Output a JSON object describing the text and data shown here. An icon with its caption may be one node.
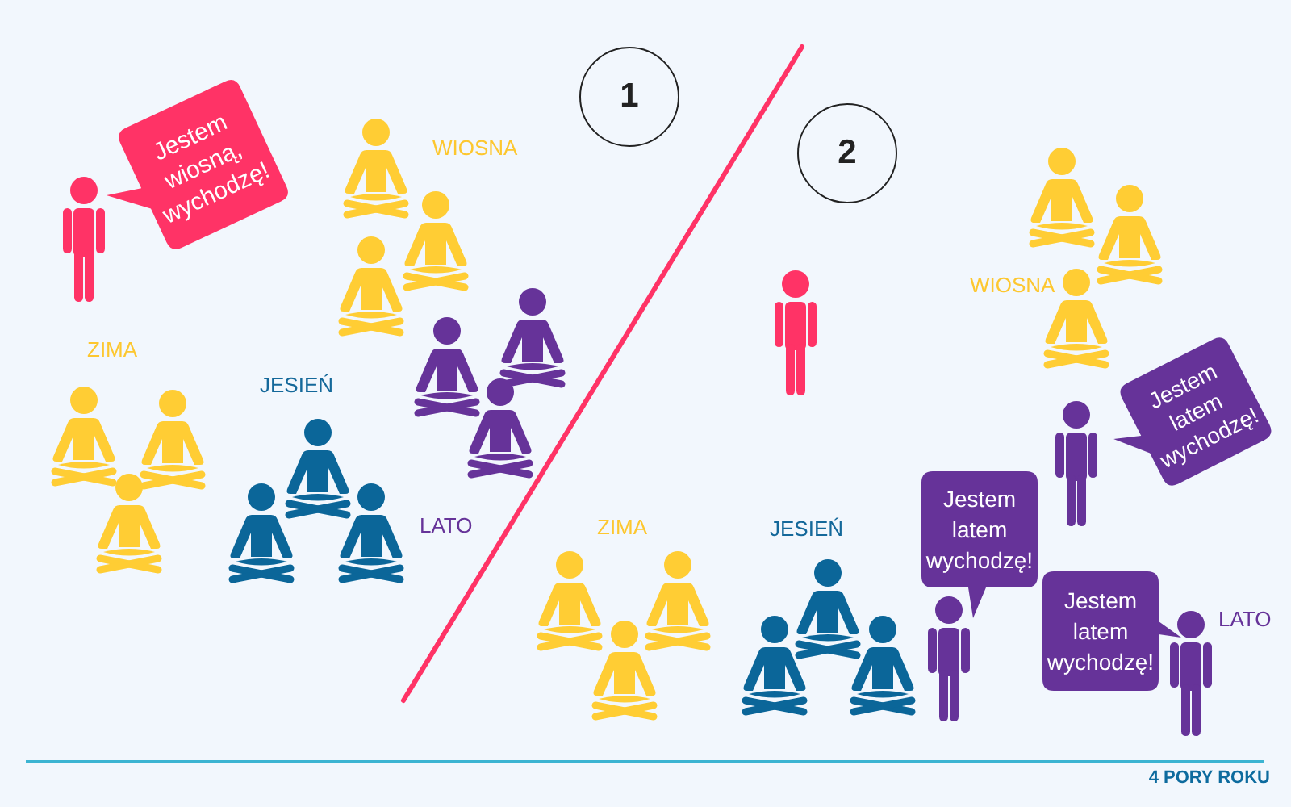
{
  "diagram": {
    "nodes": [
      {
        "text": [
          "1"
        ]
      },
      {
        "text": [
          "Jestem wiosną, wychodzę!"
        ]
      },
      {
        "text": [
          "2"
        ]
      },
      {
        "text": [
          "Jestem latem wychodzę!"
        ]
      },
      {
        "text": [
          "Jestem latem wychodzę!"
        ]
      },
      {
        "text": [
          "Jestem latem wychodzę!"
        ]
      }
    ],
    "labels": [
      "WIOSNA",
      "ZIMA",
      "JESIEŃ",
      "LATO",
      "WIOSNA",
      "ZIMA",
      "JESIEŃ",
      "LATO",
      "4 PORY ROKU"
    ]
  }
}
